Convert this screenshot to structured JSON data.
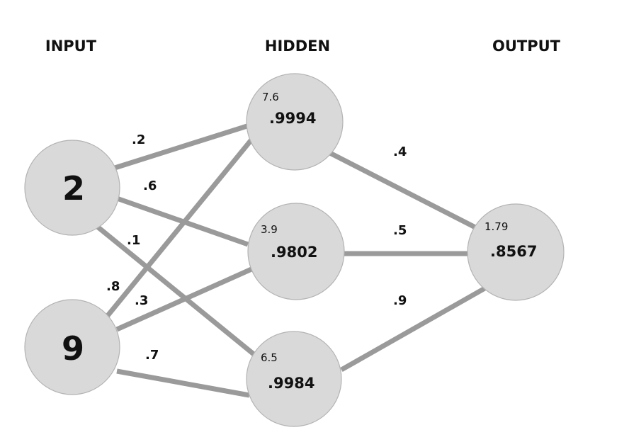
{
  "layers": {
    "input_title": "INPUT",
    "hidden_title": "HIDDEN",
    "output_title": "OUTPUT"
  },
  "input_nodes": [
    {
      "value": "2"
    },
    {
      "value": "9"
    }
  ],
  "hidden_nodes": [
    {
      "net": "7.6",
      "activation": ".9994"
    },
    {
      "net": "3.9",
      "activation": ".9802"
    },
    {
      "net": "6.5",
      "activation": ".9984"
    }
  ],
  "output_nodes": [
    {
      "net": "1.79",
      "activation": ".8567"
    }
  ],
  "weights": {
    "input_to_hidden": [
      {
        "label": ".2"
      },
      {
        "label": ".6"
      },
      {
        "label": ".1"
      },
      {
        "label": ".8"
      },
      {
        "label": ".3"
      },
      {
        "label": ".7"
      }
    ],
    "hidden_to_output": [
      {
        "label": ".4"
      },
      {
        "label": ".5"
      },
      {
        "label": ".9"
      }
    ]
  },
  "colors": {
    "node_fill": "#d9d9d9",
    "edge": "#9a9a9a",
    "text": "#111111"
  }
}
